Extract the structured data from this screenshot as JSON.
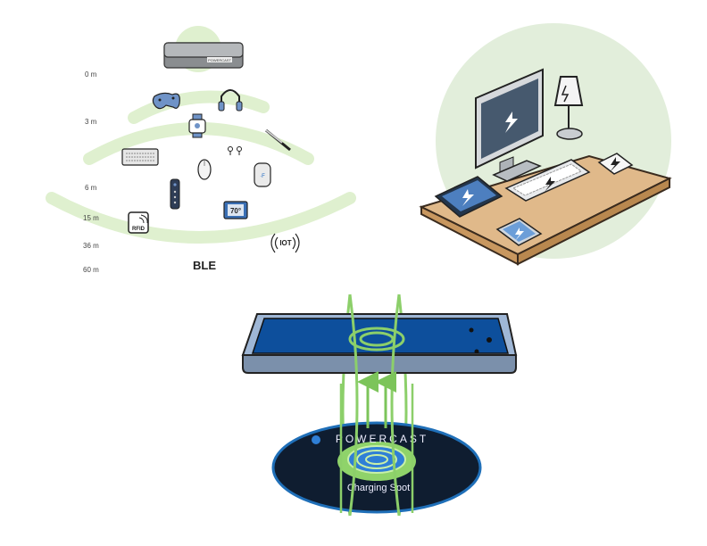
{
  "range_diagram": {
    "distances": [
      "0 m",
      "3 m",
      "6 m",
      "15 m",
      "36 m",
      "60 m"
    ],
    "protocol_label": "BLE",
    "transmitter_label": "POWERCAST",
    "thermostat_label": "70°",
    "rfid_label": "RFID",
    "iot_label": "IOT"
  },
  "charging_pad": {
    "brand": "POWERCAST",
    "caption": "Charging Spot"
  },
  "colors": {
    "range_band": "#dff0cf",
    "field_line": "#8ccf6a",
    "phone_blue": "#0d4f9c",
    "pad_dark": "#0f1d30",
    "desk_wood": "#e0b98a",
    "halo": "#e2eedb"
  }
}
